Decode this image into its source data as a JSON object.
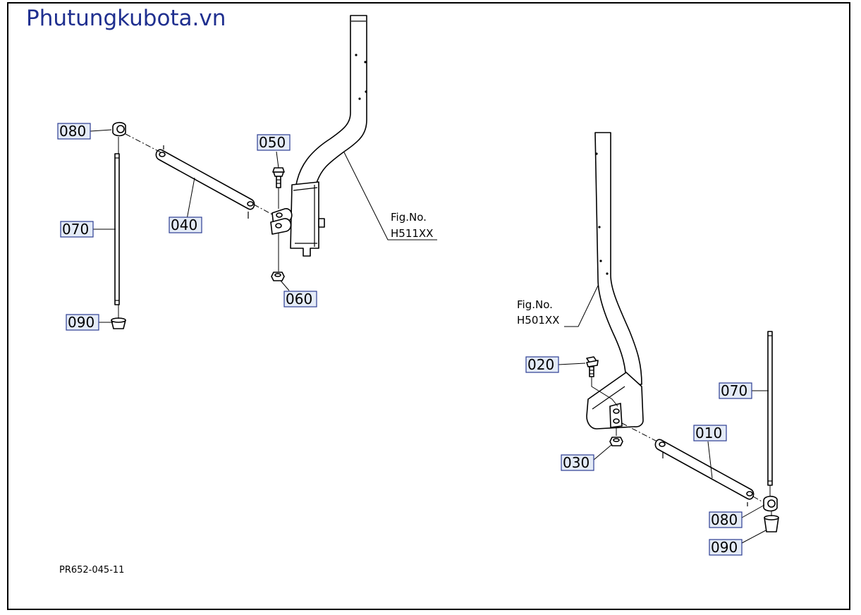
{
  "watermark": "Phutungkubota.vn",
  "drawing_code": "PR652-045-11",
  "fig_refs": {
    "upper": {
      "label": "Fig.No.",
      "number": "H511XX"
    },
    "lower": {
      "label": "Fig.No.",
      "number": "H501XX"
    }
  },
  "callouts": {
    "c080a": "080",
    "c070a": "070",
    "c090a": "090",
    "c040": "040",
    "c050": "050",
    "c060": "060",
    "c020": "020",
    "c030": "030",
    "c010": "010",
    "c070b": "070",
    "c080b": "080",
    "c090b": "090"
  },
  "colors": {
    "watermark": "#1f2f8f",
    "callout_fill": "#e4ebf7",
    "callout_border": "#2c3d93"
  }
}
